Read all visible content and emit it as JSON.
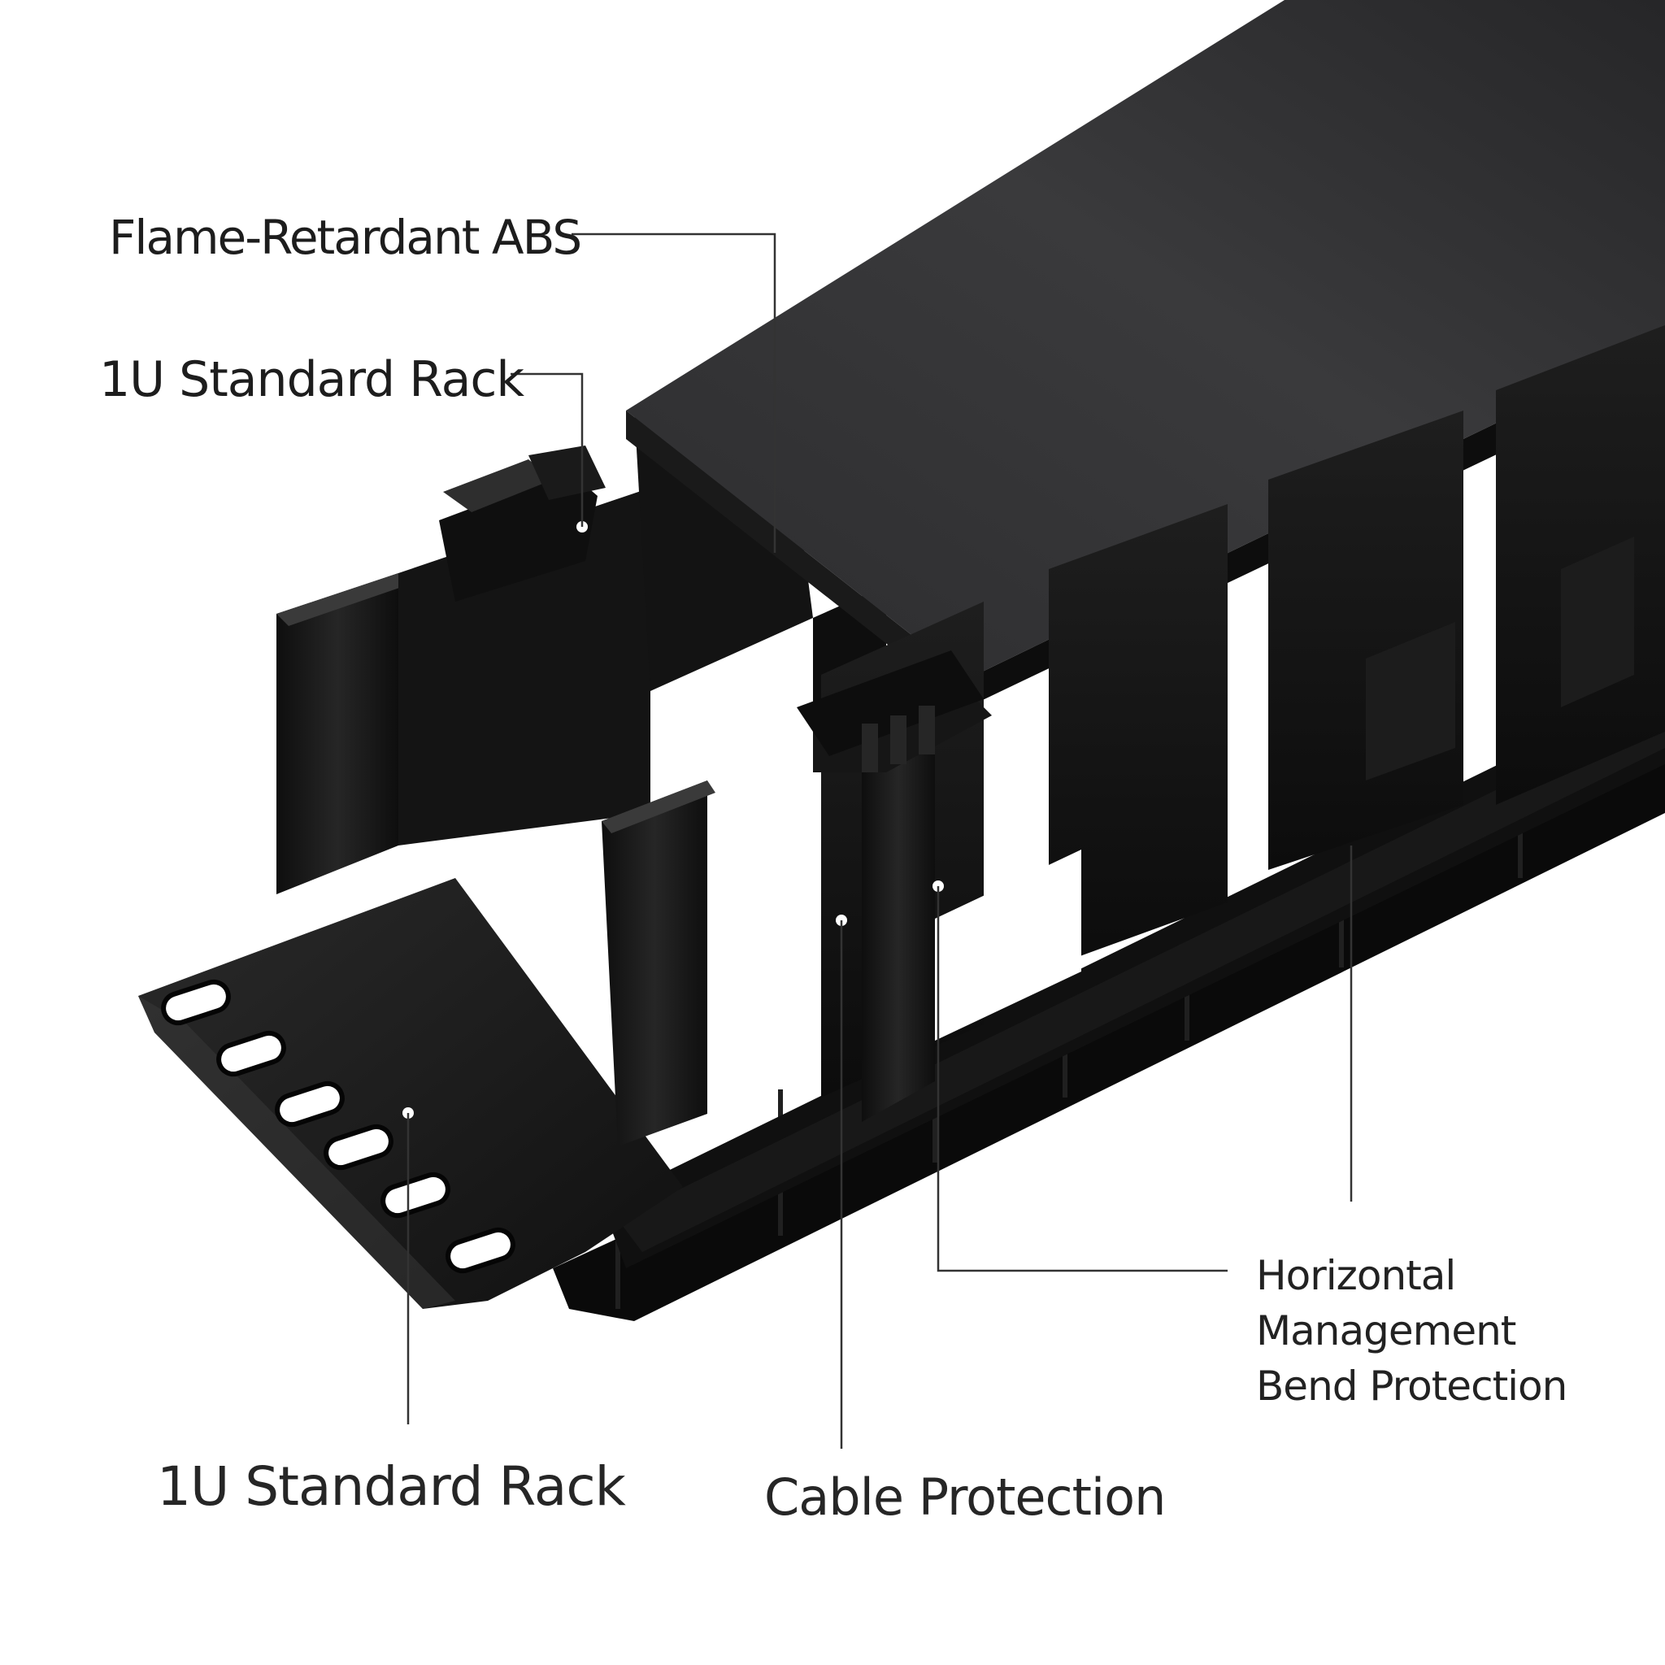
{
  "product": {
    "color": "#141414",
    "accent": "#2a2a2a"
  },
  "callouts": {
    "material": "Flame-Retardant ABS",
    "rack_top": "1U Standard Rack",
    "rack_bottom": "1U Standard Rack",
    "cable": "Cable Protection",
    "horizontal_line1": "Horizontal",
    "horizontal_line2": "Management",
    "horizontal_line3": "Bend Protection"
  }
}
